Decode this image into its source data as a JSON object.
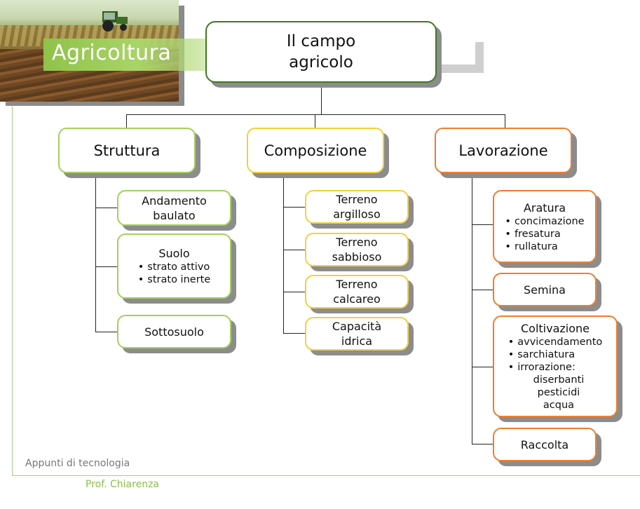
{
  "header": {
    "title": "Agricoltura"
  },
  "root": {
    "line1": "Il campo",
    "line2": "agricolo"
  },
  "categories": [
    {
      "label": "Struttura",
      "items": [
        {
          "lines": [
            "Andamento",
            "baulato"
          ],
          "bullets": []
        },
        {
          "lines": [
            "Suolo"
          ],
          "bullets": [
            "strato attivo",
            "strato inerte"
          ]
        },
        {
          "lines": [
            "Sottosuolo"
          ],
          "bullets": []
        }
      ]
    },
    {
      "label": "Composizione",
      "items": [
        {
          "lines": [
            "Terreno",
            "argilloso"
          ]
        },
        {
          "lines": [
            "Terreno",
            "sabbioso"
          ]
        },
        {
          "lines": [
            "Terreno",
            "calcareo"
          ]
        },
        {
          "lines": [
            "Capacità",
            "idrica"
          ]
        }
      ]
    },
    {
      "label": "Lavorazione",
      "items": [
        {
          "lines": [
            "Aratura"
          ],
          "bullets": [
            "concimazione",
            "fresatura",
            "rullatura"
          ]
        },
        {
          "lines": [
            "Semina"
          ],
          "bullets": []
        },
        {
          "lines": [
            "Coltivazione"
          ],
          "bullets": [
            "avvicendamento",
            "sarchiatura",
            "irrorazione:"
          ],
          "subitems": [
            "diserbanti",
            "pesticidi",
            "acqua"
          ]
        },
        {
          "lines": [
            "Raccolta"
          ],
          "bullets": []
        }
      ]
    }
  ],
  "footer": {
    "left": "Appunti di tecnologia",
    "author": "Prof. Chiarenza"
  },
  "colors": {
    "green": "#a3d05a",
    "yellow": "#f5cf3c",
    "orange": "#ef7d2e",
    "root": "#3d7a1d"
  }
}
